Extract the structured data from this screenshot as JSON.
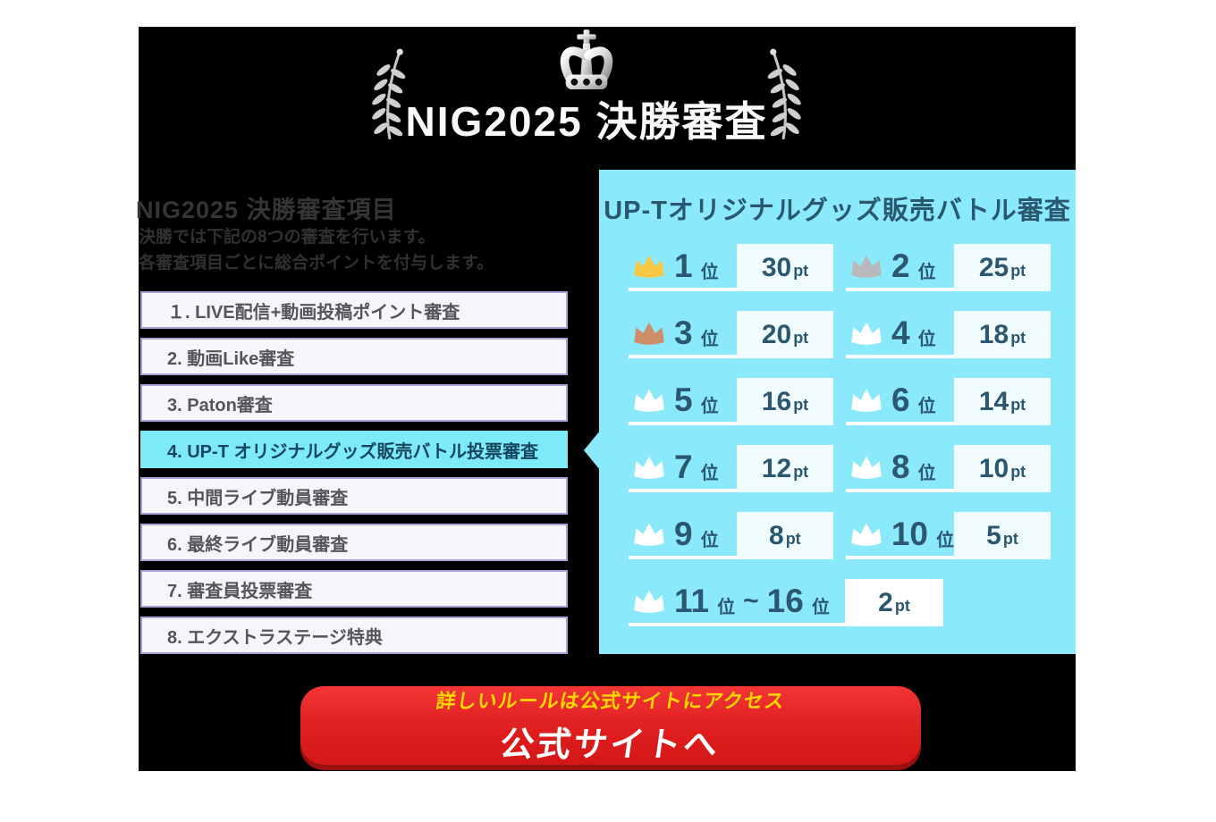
{
  "colors": {
    "page_background": "#ffffff",
    "card_background": "#000000",
    "title_text": "#fafafa",
    "dim_heading_text": "#353535",
    "list_box_background": "#f6f5fc",
    "list_box_border": "#a7a3d6",
    "list_text": "#55555a",
    "highlight_cyan": "#7deaf9",
    "panel_cyan": "#8be9fc",
    "navy_text": "#2b5870",
    "points_box_background": "#f1fcfe",
    "underline_white": "#ffffff",
    "button_red": "#de1d1d",
    "button_shadow_red": "#9b1010",
    "button_caption_yellow": "#ffd800",
    "crown_gold": "#f7c843",
    "crown_silver": "#b9b9bd",
    "crown_bronze": "#cf8e69",
    "crown_white": "#ffffff"
  },
  "icons": {
    "header_crown": "crown-icon",
    "laurel": "laurel-branch-icon",
    "rank_crown": "crown-icon",
    "pointer": "pointer-notch-icon"
  },
  "header": {
    "title": "NIG2025 決勝審査"
  },
  "left": {
    "heading": "NIG2025 決勝審査項目",
    "description_line1": "決勝では下記の8つの審査を行います。",
    "description_line2": "各審査項目ごとに総合ポイントを付与します。",
    "items": [
      {
        "label": "１. LIVE配信+動画投稿ポイント審査",
        "highlighted": false
      },
      {
        "label": "2. 動画Like審査",
        "highlighted": false
      },
      {
        "label": "3. Paton審査",
        "highlighted": false
      },
      {
        "label": "4. UP-T オリジナルグッズ販売バトル投票審査",
        "highlighted": true
      },
      {
        "label": "5. 中間ライブ動員審査",
        "highlighted": false
      },
      {
        "label": "6. 最終ライブ動員審査",
        "highlighted": false
      },
      {
        "label": "7. 審査員投票審査",
        "highlighted": false
      },
      {
        "label": "8. エクストラステージ特典",
        "highlighted": false
      }
    ]
  },
  "panel": {
    "heading": "UP-Tオリジナルグッズ販売バトル審査",
    "rank_suffix": "位",
    "range_separator": "~",
    "points_unit": "pt",
    "ranks": [
      {
        "rank": "1",
        "points": "30",
        "crown": "#f7c843"
      },
      {
        "rank": "2",
        "points": "25",
        "crown": "#b9b9bd"
      },
      {
        "rank": "3",
        "points": "20",
        "crown": "#cf8e69"
      },
      {
        "rank": "4",
        "points": "18",
        "crown": "#ffffff"
      },
      {
        "rank": "5",
        "points": "16",
        "crown": "#ffffff"
      },
      {
        "rank": "6",
        "points": "14",
        "crown": "#ffffff"
      },
      {
        "rank": "7",
        "points": "12",
        "crown": "#ffffff"
      },
      {
        "rank": "8",
        "points": "10",
        "crown": "#ffffff"
      },
      {
        "rank": "9",
        "points": "8",
        "crown": "#ffffff"
      },
      {
        "rank": "10",
        "points": "5",
        "crown": "#ffffff"
      },
      {
        "rank": "11",
        "rank_to": "16",
        "points": "2",
        "crown": "#ffffff"
      }
    ]
  },
  "footer": {
    "button_caption": "詳しいルールは公式サイトにアクセス",
    "button_label": "公式サイトへ"
  }
}
